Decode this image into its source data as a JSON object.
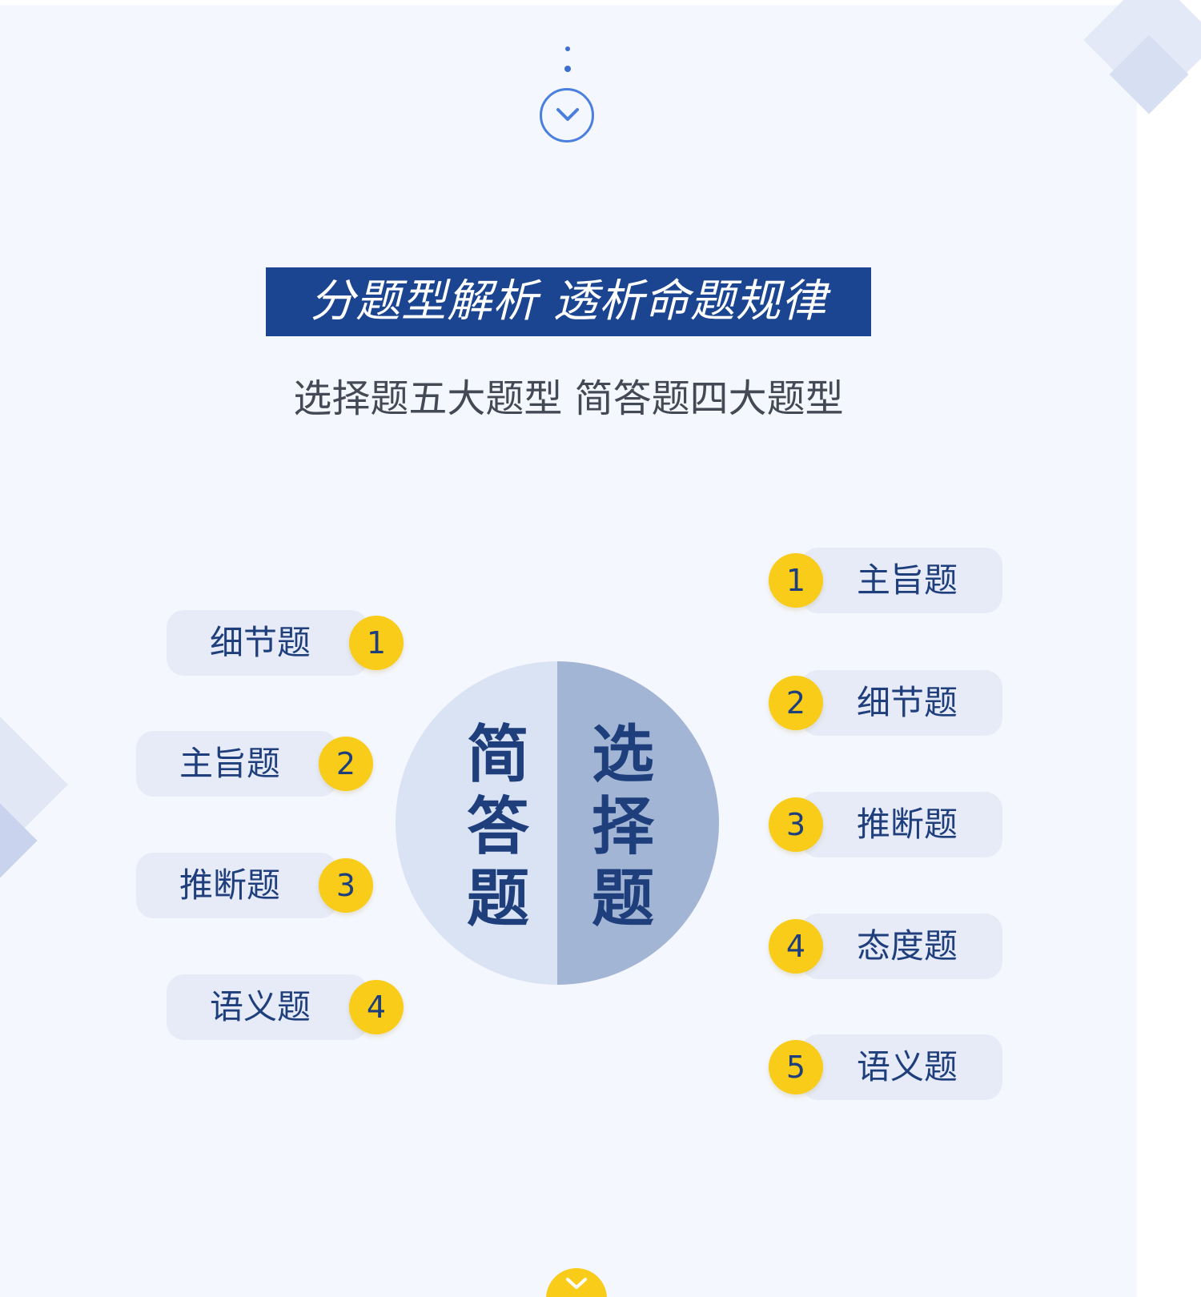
{
  "colors": {
    "background": "#f4f7fd",
    "banner": "#1b4591",
    "accent_yellow": "#f8cc19",
    "text_navy": "#1e3e7c",
    "pill": "#e6ebf7",
    "circle_left": "#d9e3f4",
    "circle_right": "#a3b5d4"
  },
  "scroll_indicator": {
    "icon": "chevron-down-icon"
  },
  "banner": {
    "title": "分题型解析  透析命题规律"
  },
  "subtitle": "选择题五大题型 简答题四大题型",
  "center": {
    "left_label": "简答题",
    "left_chars": [
      "简",
      "答",
      "题"
    ],
    "right_label": "选择题",
    "right_chars": [
      "选",
      "择",
      "题"
    ]
  },
  "short_answer": {
    "items": [
      {
        "num": "1",
        "label": "细节题"
      },
      {
        "num": "2",
        "label": "主旨题"
      },
      {
        "num": "3",
        "label": "推断题"
      },
      {
        "num": "4",
        "label": "语义题"
      }
    ]
  },
  "multiple_choice": {
    "items": [
      {
        "num": "1",
        "label": "主旨题"
      },
      {
        "num": "2",
        "label": "细节题"
      },
      {
        "num": "3",
        "label": "推断题"
      },
      {
        "num": "4",
        "label": "态度题"
      },
      {
        "num": "5",
        "label": "语义题"
      }
    ]
  }
}
